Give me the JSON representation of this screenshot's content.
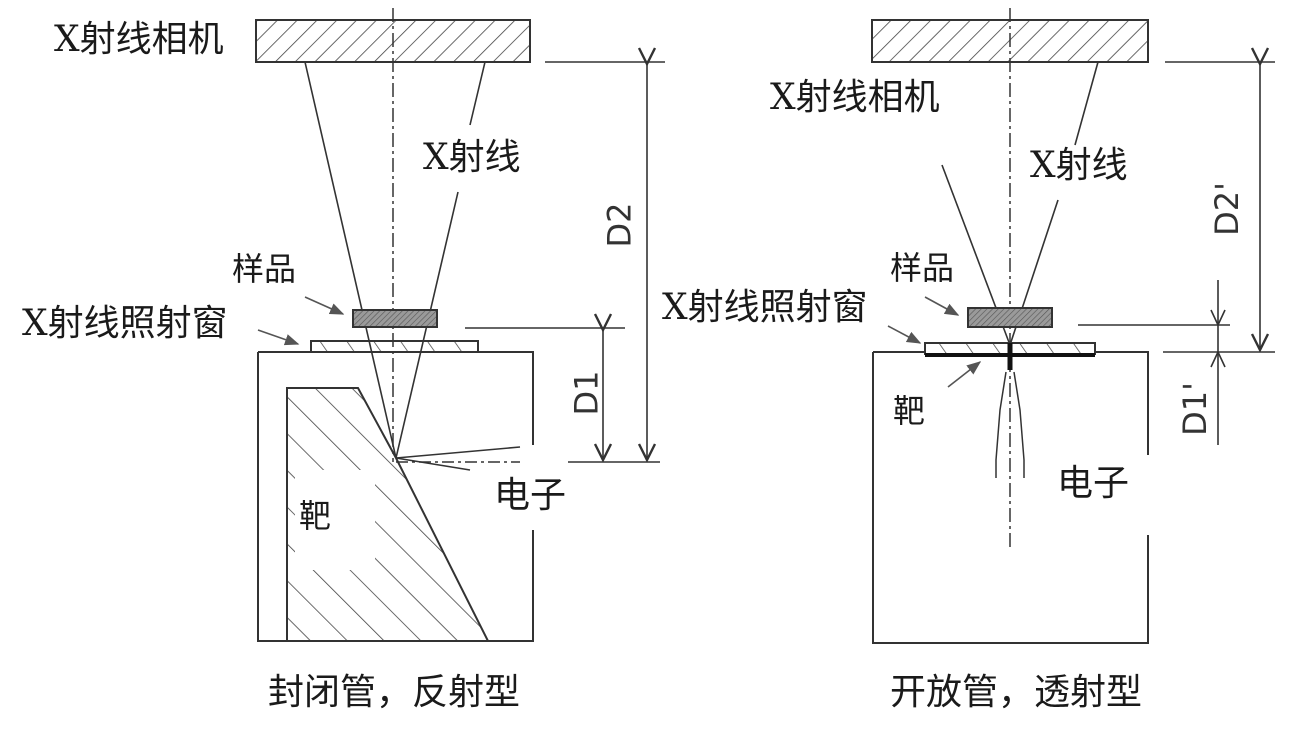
{
  "left_diagram": {
    "camera_label": "X射线相机",
    "xray_label": "X射线",
    "sample_label": "样品",
    "window_label": "X射线照射窗",
    "target_label": "靶",
    "electron_label": "电子",
    "dim_far": "D2",
    "dim_near": "D1",
    "caption": "封闭管，反射型"
  },
  "right_diagram": {
    "camera_label": "X射线相机",
    "xray_label": "X射线",
    "sample_label": "样品",
    "window_label": "X射线照射窗",
    "target_label": "靶",
    "electron_label": "电子",
    "dim_far": "D2'",
    "dim_near": "D1'",
    "caption": "开放管，透射型"
  },
  "colors": {
    "line": "#333333",
    "sample_fill": "#8a8a8a",
    "background": "#ffffff"
  }
}
